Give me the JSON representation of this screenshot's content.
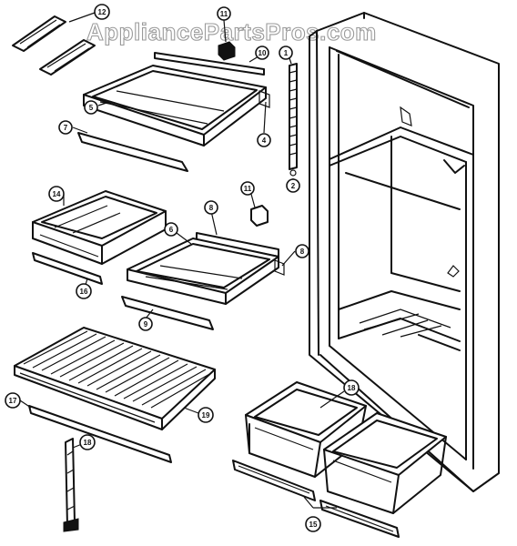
{
  "watermark": "AppliancePartsPros.com",
  "callouts": [
    {
      "id": "c12",
      "label": "12"
    },
    {
      "id": "c11a",
      "label": "11"
    },
    {
      "id": "c10",
      "label": "10"
    },
    {
      "id": "c5",
      "label": "5"
    },
    {
      "id": "c7",
      "label": "7"
    },
    {
      "id": "c4",
      "label": "4"
    },
    {
      "id": "c1",
      "label": "1"
    },
    {
      "id": "c2",
      "label": "2"
    },
    {
      "id": "c14",
      "label": "14"
    },
    {
      "id": "c16",
      "label": "16"
    },
    {
      "id": "c11b",
      "label": "11"
    },
    {
      "id": "c8a",
      "label": "8"
    },
    {
      "id": "c6",
      "label": "6"
    },
    {
      "id": "c9",
      "label": "9"
    },
    {
      "id": "c8b",
      "label": "8"
    },
    {
      "id": "c17",
      "label": "17"
    },
    {
      "id": "c19",
      "label": "19"
    },
    {
      "id": "c18a",
      "label": "18"
    },
    {
      "id": "c18b",
      "label": "18"
    },
    {
      "id": "c15",
      "label": "15"
    }
  ]
}
